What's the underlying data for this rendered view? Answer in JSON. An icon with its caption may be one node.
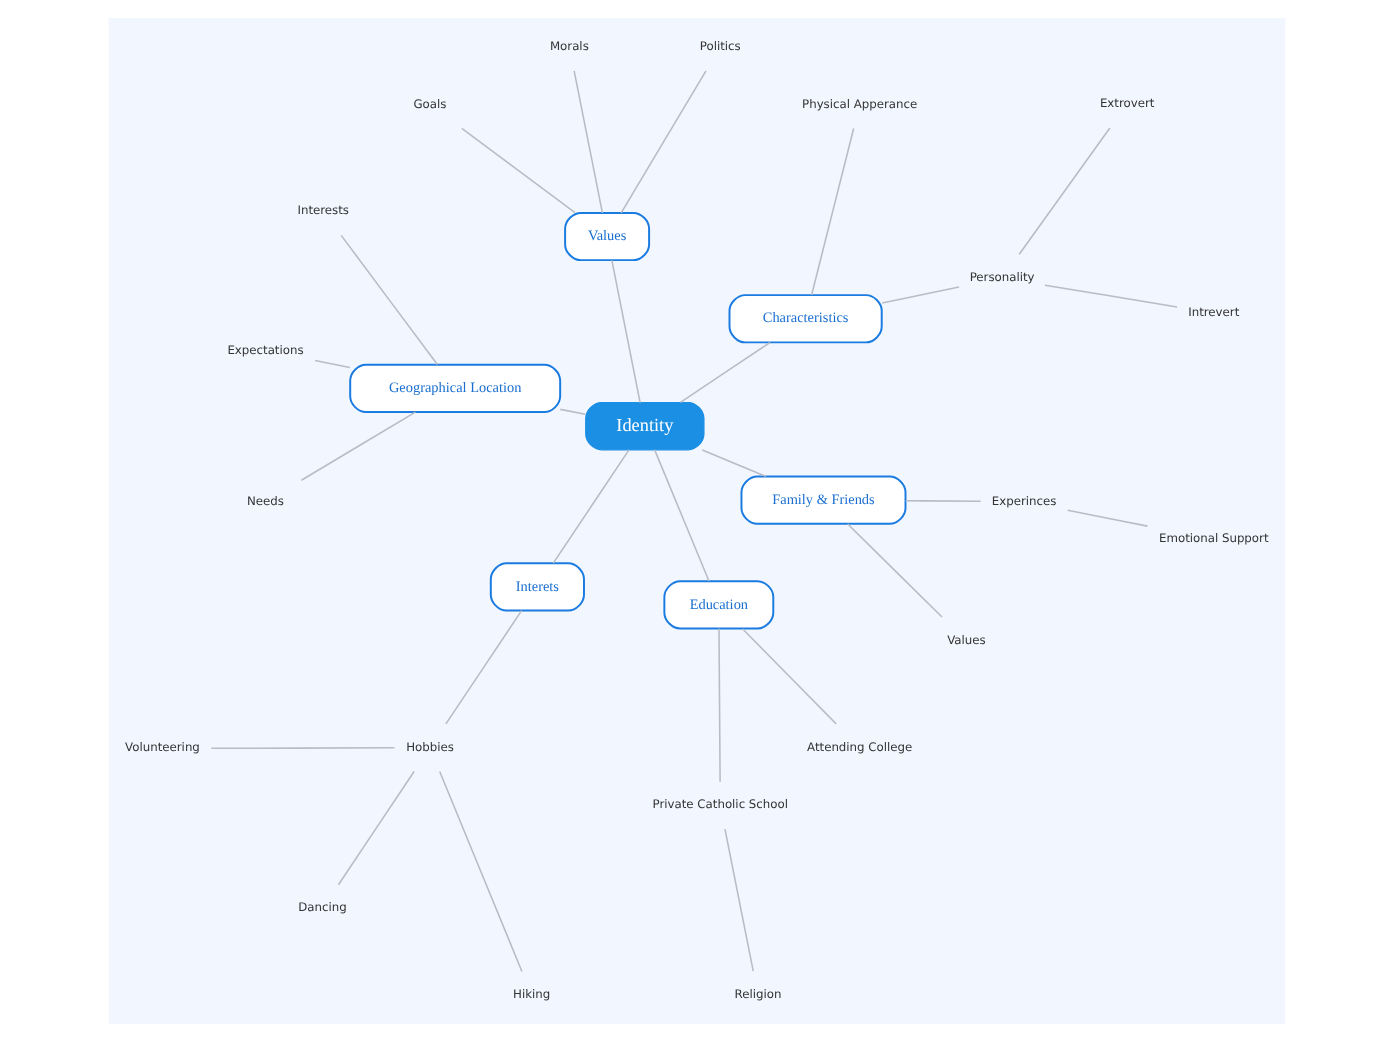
{
  "diagram": {
    "nodes": [
      {
        "text": [
          "Identity"
        ]
      },
      {
        "text": [
          "Characteristics"
        ]
      },
      {
        "text": [
          "Personality"
        ]
      },
      {
        "text": [
          "Intrevert"
        ]
      },
      {
        "text": [
          "Extrovert"
        ]
      },
      {
        "text": [
          "Physical Apperance"
        ]
      },
      {
        "text": [
          "Values"
        ]
      },
      {
        "text": [
          "Politics"
        ]
      },
      {
        "text": [
          "Morals"
        ]
      },
      {
        "text": [
          "Goals"
        ]
      },
      {
        "text": [
          "Geographical Location"
        ]
      },
      {
        "text": [
          "Interests"
        ]
      },
      {
        "text": [
          "Expectations"
        ]
      },
      {
        "text": [
          "Needs"
        ]
      },
      {
        "text": [
          "Interets"
        ]
      },
      {
        "text": [
          "Hobbies"
        ]
      },
      {
        "text": [
          "Volunteering"
        ]
      },
      {
        "text": [
          "Dancing"
        ]
      },
      {
        "text": [
          "Hiking"
        ]
      },
      {
        "text": [
          "Education"
        ]
      },
      {
        "text": [
          "Private Catholic School"
        ]
      },
      {
        "text": [
          "Religion"
        ]
      },
      {
        "text": [
          "Attending College"
        ]
      },
      {
        "text": [
          "Family & Friends"
        ]
      },
      {
        "text": [
          "Values"
        ]
      },
      {
        "text": [
          "Experinces"
        ]
      },
      {
        "text": [
          "Emotional Support"
        ]
      }
    ],
    "edges": [
      {
        "from": 0,
        "to": 1,
        "arrow": "none"
      },
      {
        "from": 1,
        "to": 2,
        "arrow": "none"
      },
      {
        "from": 2,
        "to": 3,
        "arrow": "none"
      },
      {
        "from": 2,
        "to": 4,
        "arrow": "none"
      },
      {
        "from": 1,
        "to": 5,
        "arrow": "none"
      },
      {
        "from": 0,
        "to": 6,
        "arrow": "none"
      },
      {
        "from": 6,
        "to": 7,
        "arrow": "none"
      },
      {
        "from": 6,
        "to": 8,
        "arrow": "none"
      },
      {
        "from": 6,
        "to": 9,
        "arrow": "none"
      },
      {
        "from": 0,
        "to": 10,
        "arrow": "none"
      },
      {
        "from": 10,
        "to": 11,
        "arrow": "none"
      },
      {
        "from": 10,
        "to": 12,
        "arrow": "none"
      },
      {
        "from": 10,
        "to": 13,
        "arrow": "none"
      },
      {
        "from": 0,
        "to": 14,
        "arrow": "none"
      },
      {
        "from": 14,
        "to": 15,
        "arrow": "none"
      },
      {
        "from": 15,
        "to": 16,
        "arrow": "none"
      },
      {
        "from": 15,
        "to": 17,
        "arrow": "none"
      },
      {
        "from": 15,
        "to": 18,
        "arrow": "none"
      },
      {
        "from": 0,
        "to": 19,
        "arrow": "none"
      },
      {
        "from": 19,
        "to": 20,
        "arrow": "none"
      },
      {
        "from": 20,
        "to": 21,
        "arrow": "none"
      },
      {
        "from": 19,
        "to": 22,
        "arrow": "none"
      },
      {
        "from": 0,
        "to": 23,
        "arrow": "none"
      },
      {
        "from": 23,
        "to": 24,
        "arrow": "none"
      },
      {
        "from": 23,
        "to": 25,
        "arrow": "none"
      },
      {
        "from": 25,
        "to": 26,
        "arrow": "none"
      }
    ]
  }
}
